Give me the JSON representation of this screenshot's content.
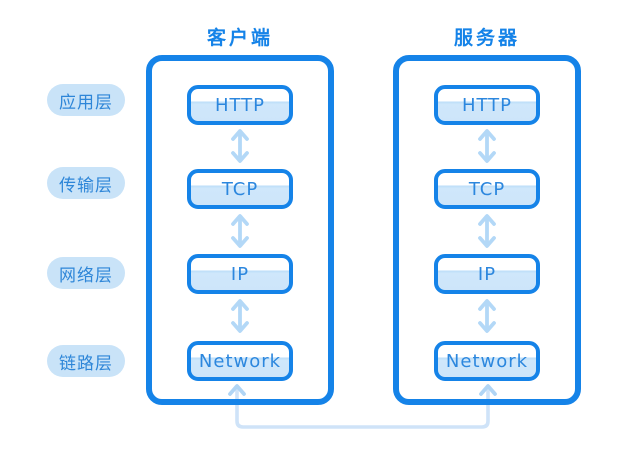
{
  "layers": [
    "应用层",
    "传输层",
    "网络层",
    "链路层"
  ],
  "columns": [
    {
      "id": "client",
      "title": "客户端",
      "boxes": [
        "HTTP",
        "TCP",
        "IP",
        "Network"
      ]
    },
    {
      "id": "server",
      "title": "服务器",
      "boxes": [
        "HTTP",
        "TCP",
        "IP",
        "Network"
      ]
    }
  ],
  "colors": {
    "primary_blue": "#1583e8",
    "box_fill_blue": "#cfe7fb",
    "pill_background": "#c9e3f8",
    "pill_text": "#2e86d8",
    "box_text": "#2c87de",
    "arrow_blue": "#b3d8f7",
    "connector_blue": "#cfe3f8"
  }
}
